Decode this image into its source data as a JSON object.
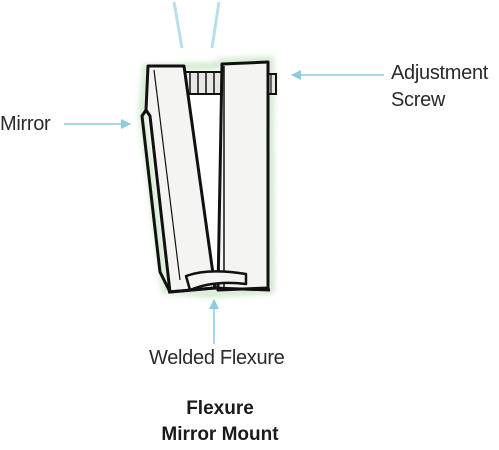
{
  "diagram": {
    "labels": {
      "adjustment_screw_line1": "Adjustment",
      "adjustment_screw_line2": "Screw",
      "mirror": "Mirror",
      "welded_flexure": "Welded Flexure"
    },
    "title": {
      "line1": "Flexure",
      "line2": "Mirror Mount"
    },
    "colors": {
      "arrow": "#8ecae0",
      "glow": "#a9d7a3",
      "outline": "#111111",
      "body_fill": "#f4f4f2"
    }
  }
}
